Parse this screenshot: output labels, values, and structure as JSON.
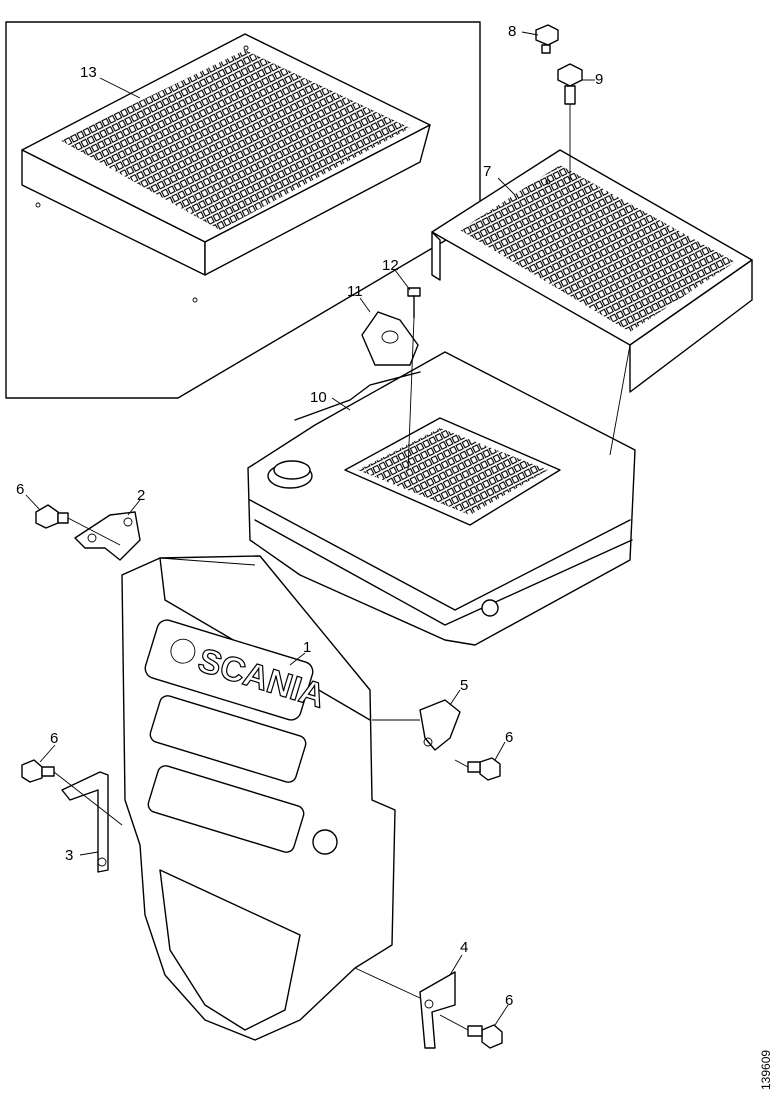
{
  "diagram": {
    "callouts": {
      "p1": "1",
      "p2": "2",
      "p3": "3",
      "p4": "4",
      "p5": "5",
      "p6a": "6",
      "p6b": "6",
      "p6c": "6",
      "p6d": "6",
      "p7": "7",
      "p8": "8",
      "p9": "9",
      "p10": "10",
      "p11": "11",
      "p12": "12",
      "p13": "13"
    },
    "logo_text": "SCANIA",
    "drawing_reference": "139609"
  }
}
